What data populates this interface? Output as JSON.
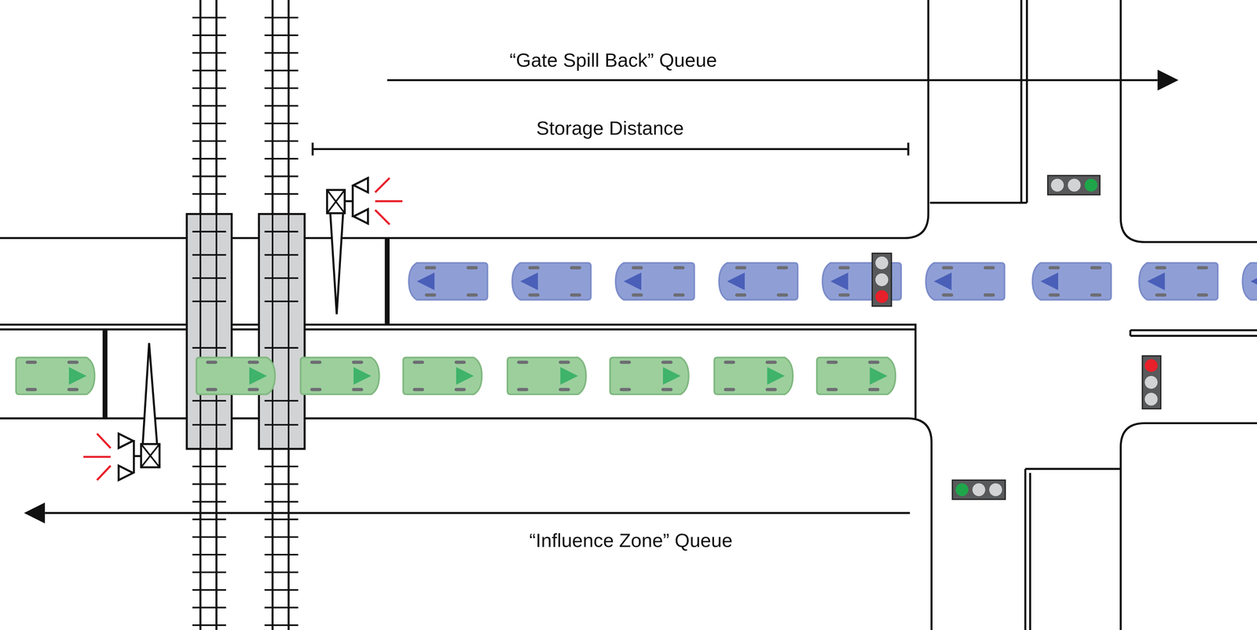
{
  "diagram": {
    "labels": [
      "“Gate Spill Back” Queue",
      "Storage Distance",
      "“Influence Zone” Queue"
    ]
  }
}
